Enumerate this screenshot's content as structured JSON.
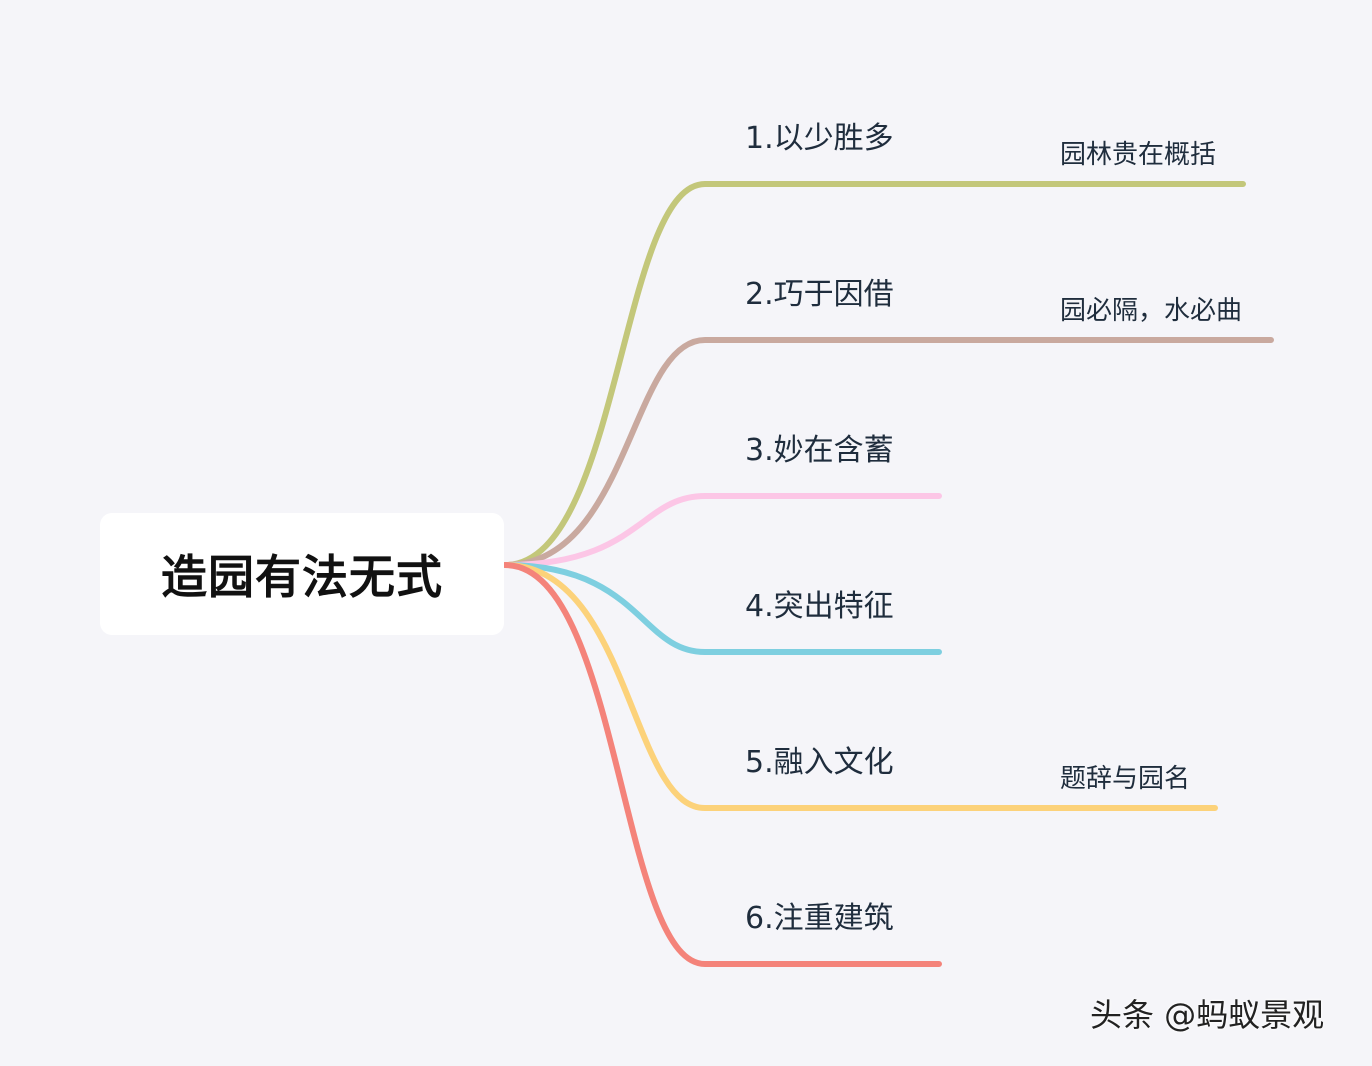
{
  "root": {
    "label": "造园有法无式"
  },
  "branches": [
    {
      "label": "1.以少胜多",
      "color": "#c3c77a",
      "sub": "园林贵在概括"
    },
    {
      "label": "2.巧于因借",
      "color": "#c9a99f",
      "sub": "园必隔，水必曲"
    },
    {
      "label": "3.妙在含蓄",
      "color": "#fcc6e6",
      "sub": ""
    },
    {
      "label": "4.突出特征",
      "color": "#7ecfe0",
      "sub": ""
    },
    {
      "label": "5.融入文化",
      "color": "#fcd27a",
      "sub": "题辞与园名"
    },
    {
      "label": "6.注重建筑",
      "color": "#f4837a",
      "sub": ""
    }
  ],
  "watermark": "头条 @蚂蚁景观"
}
